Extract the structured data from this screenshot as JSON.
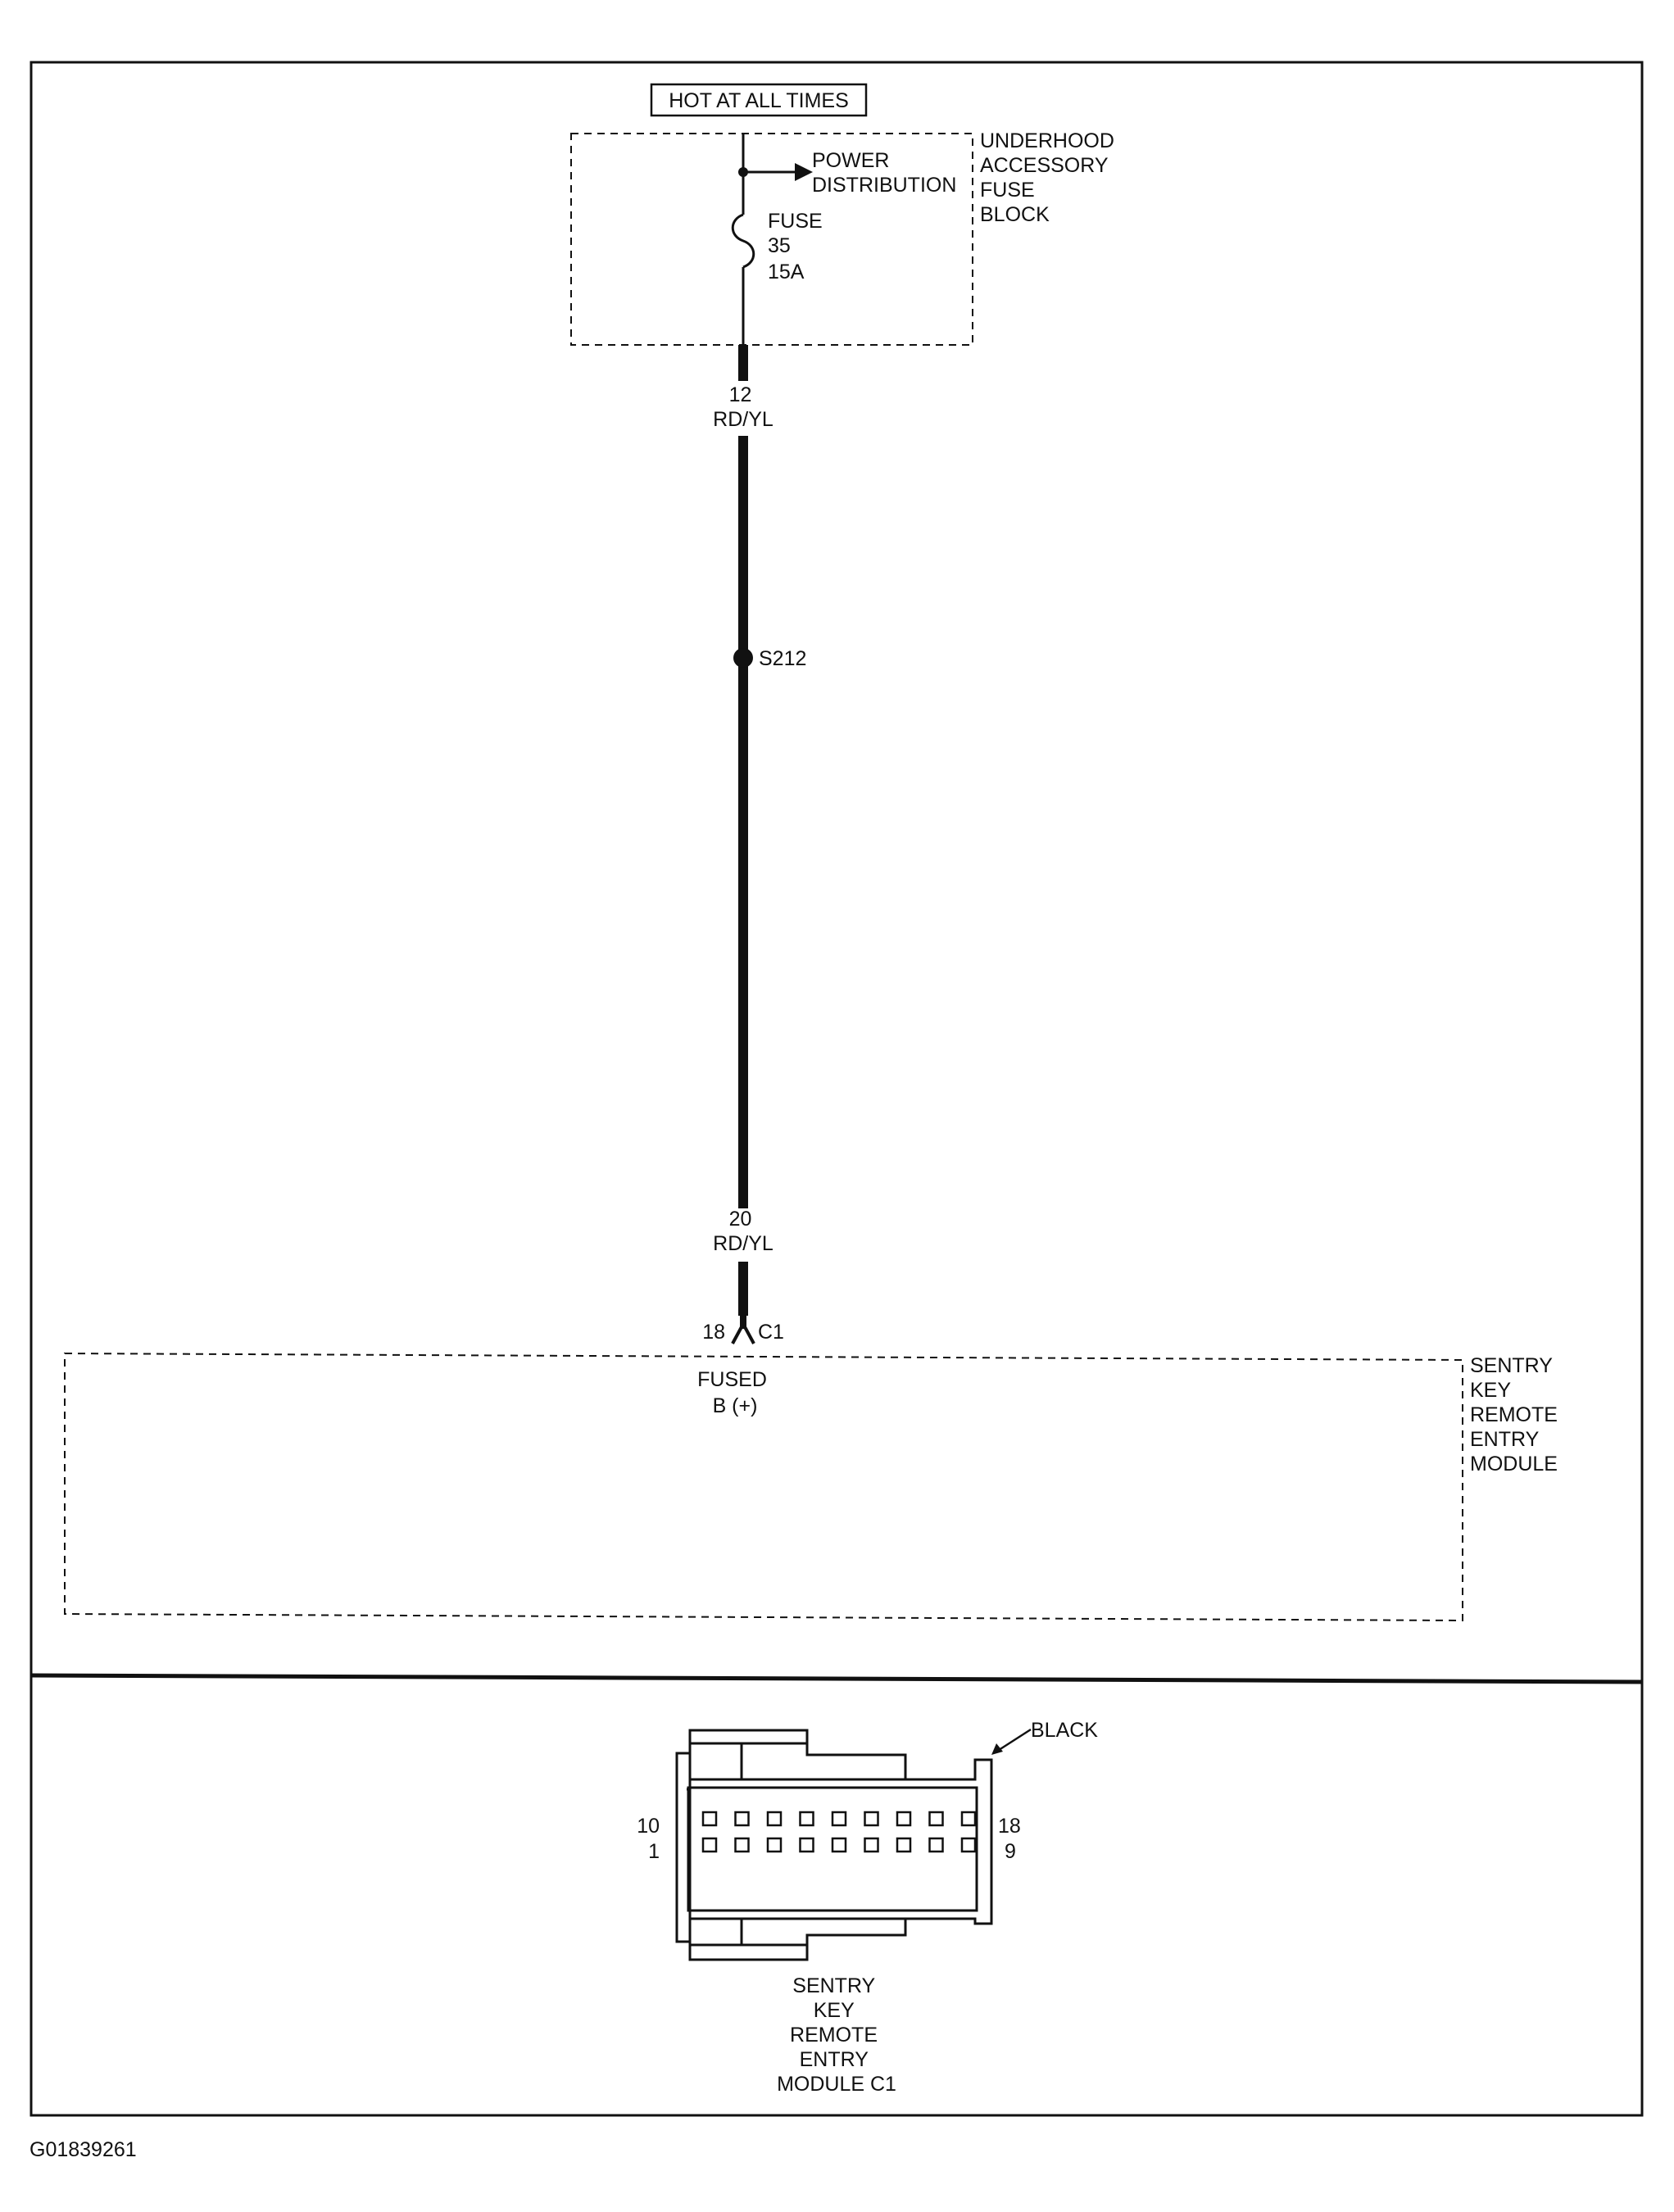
{
  "hot_label": "HOT AT ALL TIMES",
  "fuse_block": {
    "name_lines": [
      "UNDERHOOD",
      "ACCESSORY",
      "FUSE",
      "BLOCK"
    ],
    "power_distribution_lines": [
      "POWER",
      "DISTRIBUTION"
    ],
    "fuse_lines": [
      "FUSE",
      "35",
      "15A"
    ]
  },
  "wire_upper": {
    "gauge": "12",
    "color": "RD/YL"
  },
  "splice": {
    "id": "S212"
  },
  "wire_lower": {
    "gauge": "20",
    "color": "RD/YL"
  },
  "connector_pin": {
    "pin": "18",
    "connector": "C1"
  },
  "module": {
    "name_lines": [
      "SENTRY",
      "KEY",
      "REMOTE",
      "ENTRY",
      "MODULE"
    ],
    "pin_function_lines": [
      "FUSED",
      "B (+)"
    ]
  },
  "connector_view": {
    "color_label": "BLACK",
    "top_row_left": "10",
    "top_row_right": "18",
    "bottom_row_left": "1",
    "bottom_row_right": "9",
    "pins_per_row": 9,
    "caption_lines": [
      "SENTRY",
      "KEY",
      "REMOTE",
      "ENTRY",
      "MODULE C1"
    ]
  },
  "figure_id": "G01839261"
}
